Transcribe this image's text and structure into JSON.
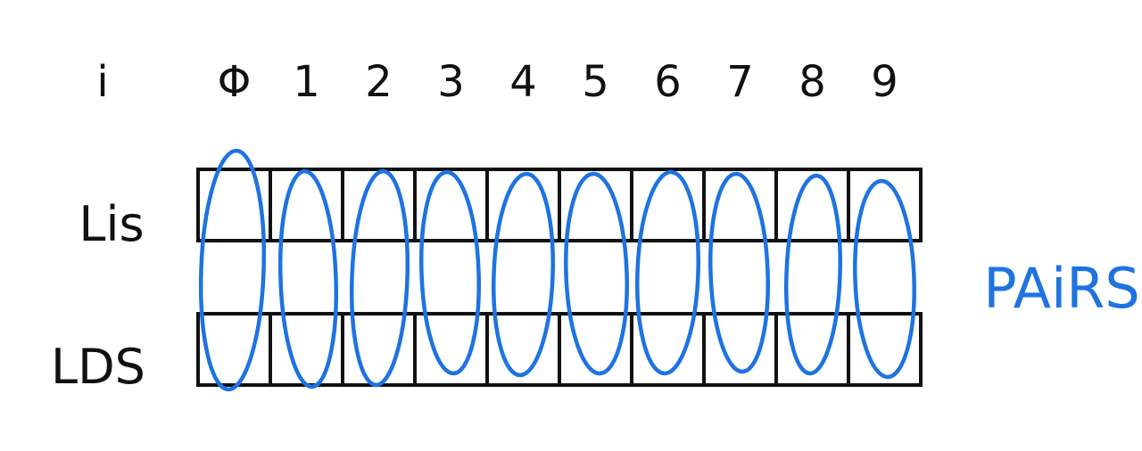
{
  "header": {
    "index_label": "i"
  },
  "indices": [
    "Φ",
    "1",
    "2",
    "3",
    "4",
    "5",
    "6",
    "7",
    "8",
    "9"
  ],
  "rows": [
    {
      "label": "Lis"
    },
    {
      "label": "LDS"
    }
  ],
  "annotation": {
    "text": "PAiRS"
  },
  "colors": {
    "ink": "#111111",
    "accent": "#1e73e0",
    "background": "#ffffff"
  }
}
